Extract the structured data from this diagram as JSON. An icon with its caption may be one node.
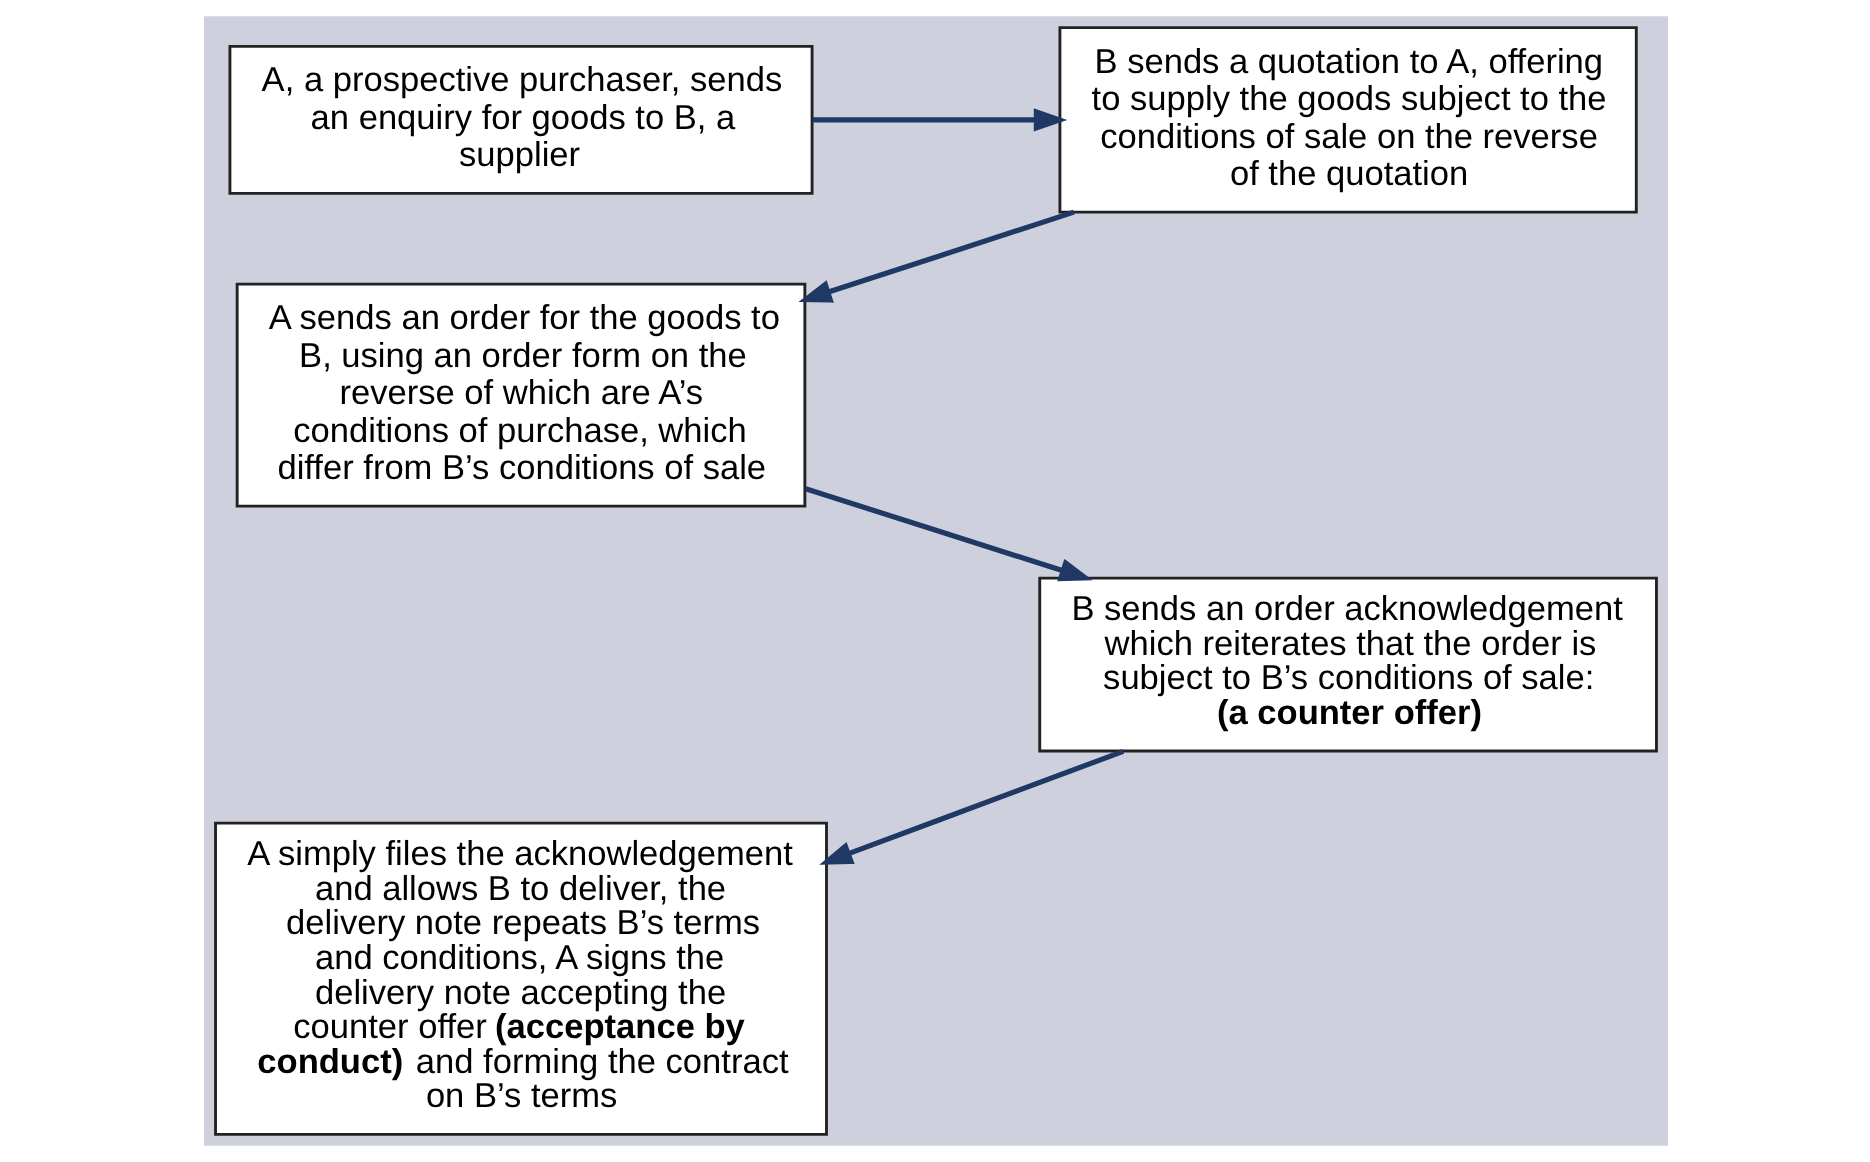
{
  "diagram": {
    "nodes": [
      {
        "text": [
          "A, a prospective purchaser, sends an enquiry for goods to B, a supplier"
        ]
      },
      {
        "text": [
          "B sends a quotation to A, offering to supply the goods subject to the conditions of sale on the reverse of the quotation"
        ]
      },
      {
        "text": [
          "A sends an order for the goods to B, using an order form on the reverse of which are A’s conditions of purchase, which differ from B’s conditions of sale"
        ]
      },
      {
        "text": [
          "B sends an order acknowledgement which reiterates that the order is subject to B’s conditions of sale: **(a counter offer)**"
        ]
      },
      {
        "text": [
          "A simply files the acknowledgement and allows B to deliver, the delivery note repeats B’s terms and conditions, A signs the delivery note accepting the counter offer **(acceptance by conduct)** and forming the contract on B’s terms"
        ]
      }
    ],
    "edges": [
      {
        "from": 0,
        "to": 1,
        "arrow": "to"
      },
      {
        "from": 1,
        "to": 2,
        "arrow": "to"
      },
      {
        "from": 2,
        "to": 3,
        "arrow": "to"
      },
      {
        "from": 3,
        "to": 4,
        "arrow": "to"
      }
    ]
  }
}
